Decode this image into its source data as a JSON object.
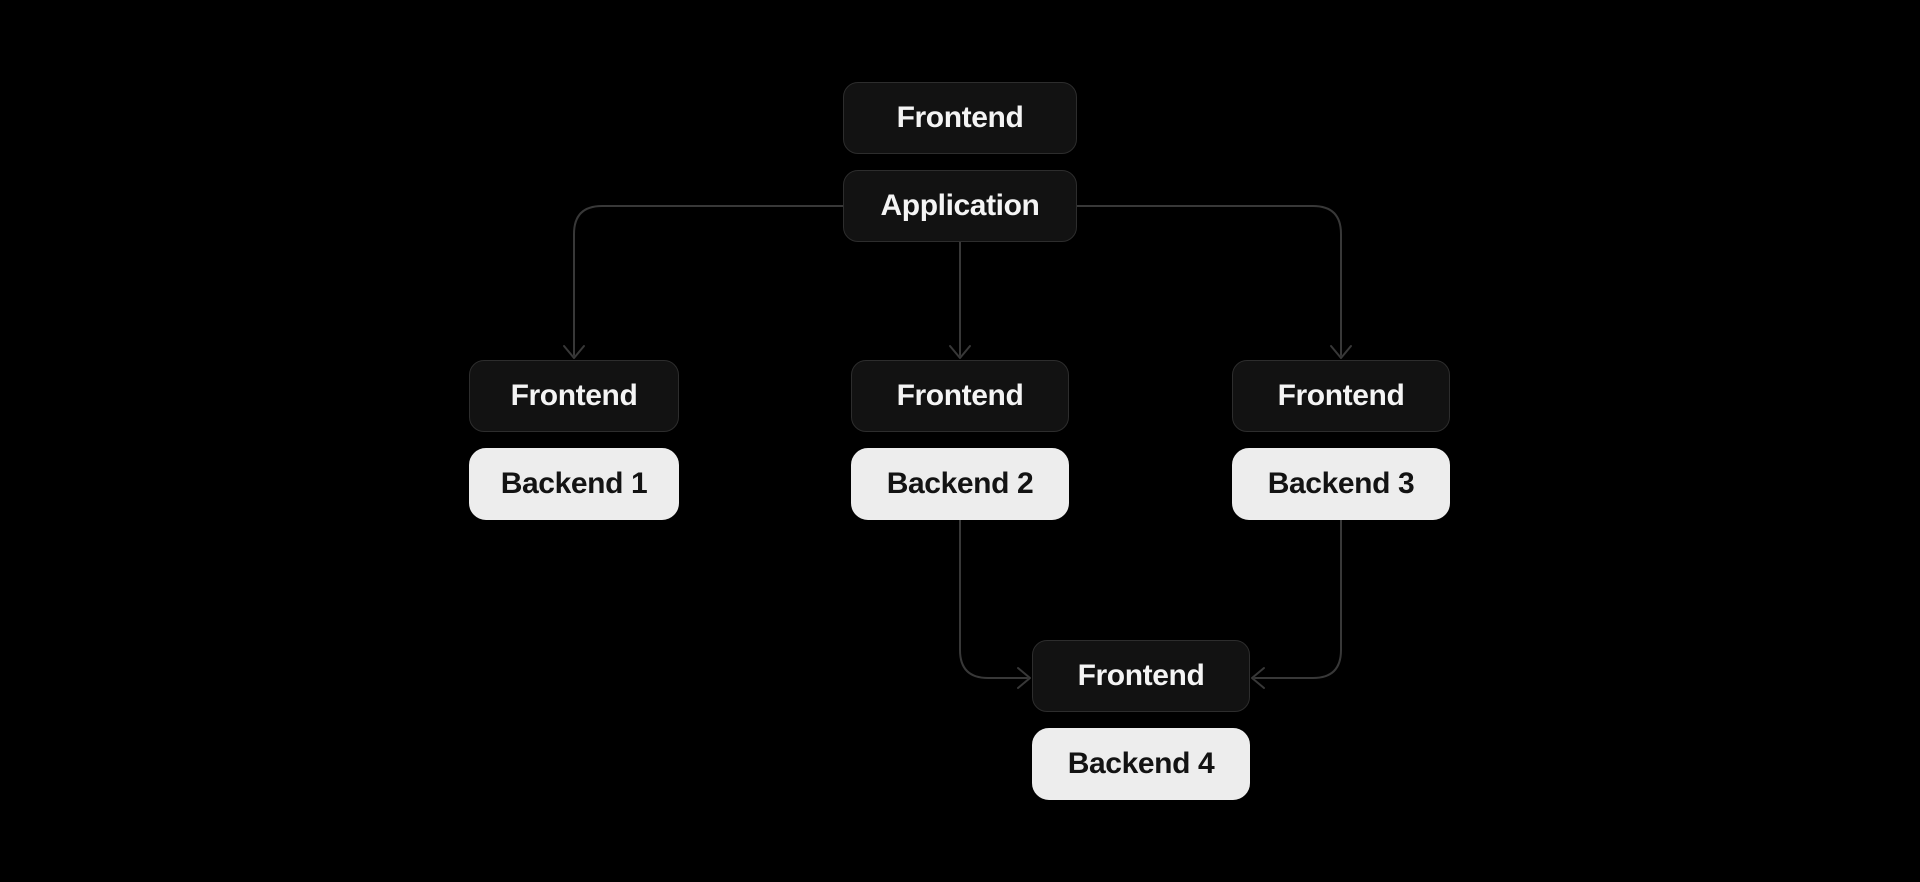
{
  "canvas": {
    "background": "#000000"
  },
  "colors": {
    "edge": "#383838",
    "dark_node_fill": "#121212",
    "dark_node_border": "#2d2d2d",
    "dark_node_text": "#f4f4f4",
    "light_node_fill": "#ededed",
    "light_node_text": "#131313"
  },
  "nodes": {
    "top_group": {
      "frontend": "Frontend",
      "application": "Application"
    },
    "group1": {
      "frontend": "Frontend",
      "backend": "Backend 1"
    },
    "group2": {
      "frontend": "Frontend",
      "backend": "Backend 2"
    },
    "group3": {
      "frontend": "Frontend",
      "backend": "Backend 3"
    },
    "group4": {
      "frontend": "Frontend",
      "backend": "Backend 4"
    }
  },
  "edges": [
    {
      "from": "Application",
      "to": "Frontend (group 1)"
    },
    {
      "from": "Application",
      "to": "Frontend (group 2)"
    },
    {
      "from": "Application",
      "to": "Frontend (group 3)"
    },
    {
      "from": "Backend 2",
      "to": "Frontend (group 4)"
    },
    {
      "from": "Backend 3",
      "to": "Frontend (group 4)"
    }
  ]
}
